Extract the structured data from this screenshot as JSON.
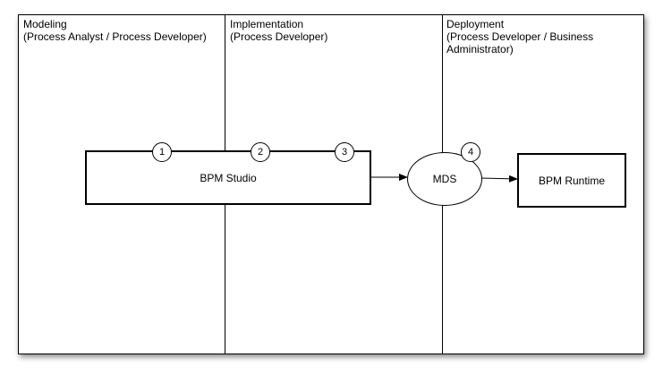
{
  "lanes": [
    {
      "title": "Modeling",
      "roles": [
        "(Process Analyst / Process Developer)"
      ]
    },
    {
      "title": "Implementation",
      "roles": [
        "(Process Developer)"
      ]
    },
    {
      "title": "Deployment",
      "roles": [
        "(Process Developer / Business",
        "Administrator)"
      ]
    }
  ],
  "nodes": {
    "studio": "BPM Studio",
    "mds": "MDS",
    "runtime": "BPM Runtime"
  },
  "steps": [
    "1",
    "2",
    "3",
    "4"
  ],
  "edges": [
    {
      "from": "BPM Studio",
      "to": "MDS"
    },
    {
      "from": "MDS",
      "to": "BPM Runtime"
    }
  ]
}
